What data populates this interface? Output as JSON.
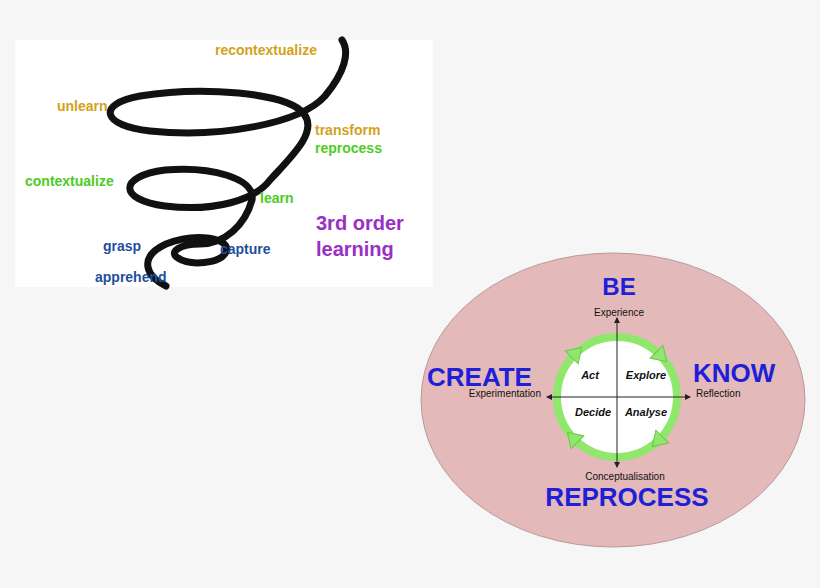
{
  "diagram": {
    "nodes": [
      {
        "text": [
          "BE",
          "Experience",
          "CREATE",
          "KNOW",
          "Experimentation",
          "Reflection",
          "Conceptualisation",
          "REPROCESS"
        ]
      },
      {
        "text": [
          "Act",
          "Explore",
          "Decide",
          "Analyse"
        ],
        "in": 0
      }
    ],
    "labels": [
      "recontextualize",
      "unlearn",
      "transform",
      "reprocess",
      "contextualize",
      "learn",
      "3rd order learning",
      "grasp",
      "capture",
      "apprehend"
    ]
  }
}
